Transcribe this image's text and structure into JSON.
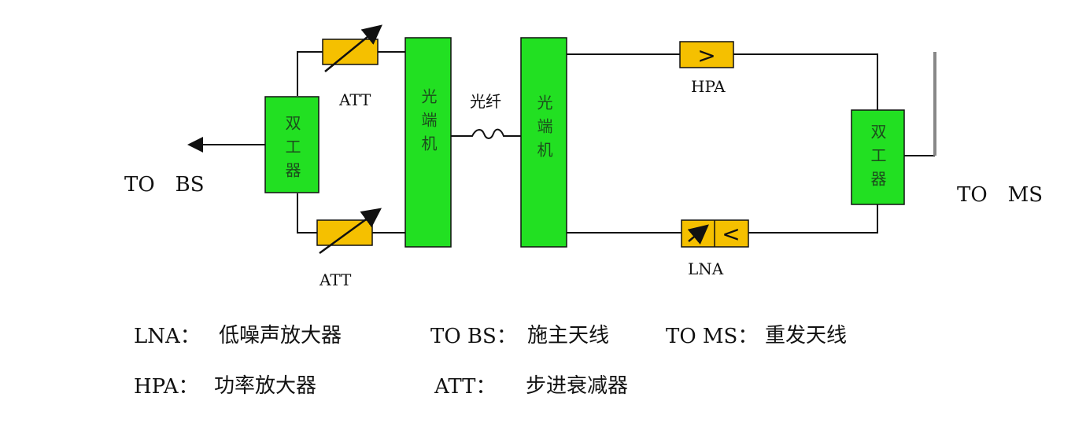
{
  "diagram": {
    "blocks": {
      "duplexer_left": "双工器",
      "optical_left": "光端机",
      "optical_right": "光端机",
      "duplexer_right": "双工器"
    },
    "labels": {
      "att_top": "ATT",
      "att_bottom": "ATT",
      "fiber": "光纤",
      "hpa": "HPA",
      "lna": "LNA",
      "to_bs": "TO　BS",
      "to_ms": "TO　MS"
    },
    "symbols": {
      "hpa": ">",
      "lna": "<"
    },
    "colors": {
      "green": "#22e022",
      "yellow": "#f5c000",
      "line": "#111111",
      "antenna": "#888888"
    }
  },
  "legend": [
    {
      "key": "LNA：",
      "value": "低噪声放大器"
    },
    {
      "key": "TO BS：",
      "value": "施主天线"
    },
    {
      "key": "TO MS：",
      "value": "重发天线"
    },
    {
      "key": "HPA：",
      "value": "功率放大器"
    },
    {
      "key": "ATT：",
      "value": "步进衰减器"
    }
  ]
}
